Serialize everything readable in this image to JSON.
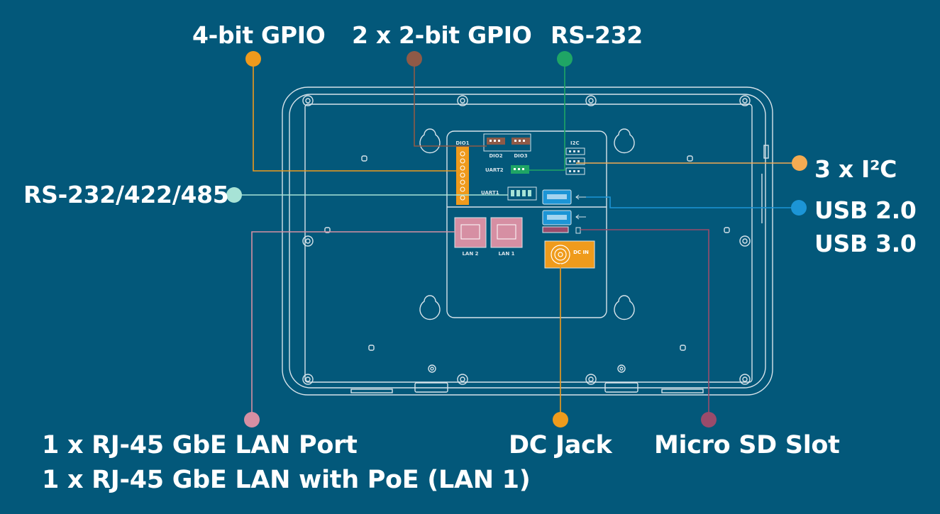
{
  "colors": {
    "background": "#03587a",
    "outline": "#d7e3ea",
    "gpio4": "#ef9a1c",
    "gpio2": "#8f5a47",
    "rs232": "#1fa565",
    "rs485": "#a7e3d6",
    "i2c": "#f4ab52",
    "usb": "#1c95d6",
    "lan": "#d68fa3",
    "dcjack": "#ef9b1c",
    "microsd": "#9a4b6b"
  },
  "callouts": {
    "gpio4": {
      "text": "4-bit GPIO"
    },
    "gpio2": {
      "text": "2 x 2-bit GPIO"
    },
    "rs232": {
      "text": "RS-232"
    },
    "rs485": {
      "text": "RS-232/422/485"
    },
    "i2c": {
      "text": "3 x I²C"
    },
    "usb2": {
      "text": "USB 2.0"
    },
    "usb3": {
      "text": "USB 3.0"
    },
    "lan_port": {
      "text": "1 x RJ-45 GbE LAN Port"
    },
    "lan_poe": {
      "text": "1 x RJ-45 GbE LAN with PoE (LAN 1)"
    },
    "dcjack": {
      "text": "DC Jack"
    },
    "microsd": {
      "text": "Micro SD Slot"
    }
  },
  "board": {
    "dio1": "DIO1",
    "dio2": "DIO2",
    "dio3": "DIO3",
    "uart2": "UART2",
    "uart1": "UART1",
    "i2c": "I2C",
    "lan2": "LAN 2",
    "lan1": "LAN 1",
    "dc": "DC IN"
  }
}
